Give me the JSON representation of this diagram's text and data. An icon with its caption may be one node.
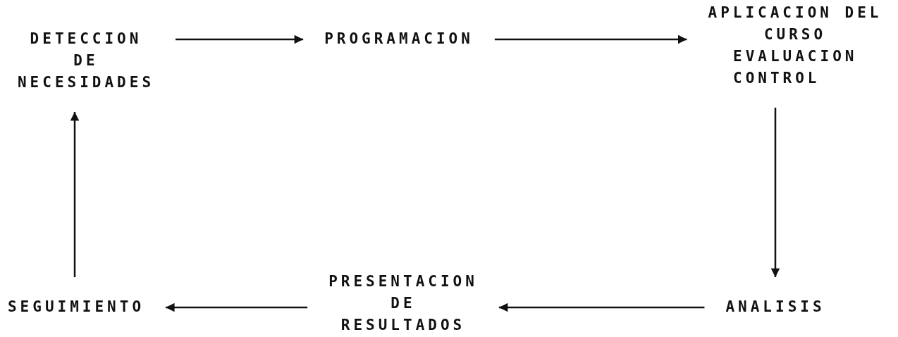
{
  "diagram": {
    "nodes": [
      {
        "text": [
          "DETECCION DE NECESIDADES"
        ]
      },
      {
        "text": [
          "PROGRAMACION"
        ]
      },
      {
        "text": [
          "APLICACION DEL CURSO",
          "EVALUACION",
          "CONTROL"
        ]
      },
      {
        "text": [
          "ANALISIS"
        ]
      },
      {
        "text": [
          "PRESENTACION DE RESULTADOS"
        ]
      },
      {
        "text": [
          "SEGUIMIENTO"
        ]
      }
    ],
    "edges": [
      {
        "from": 0,
        "to": 1,
        "arrow": "to"
      },
      {
        "from": 1,
        "to": 2,
        "arrow": "to"
      },
      {
        "from": 2,
        "to": 3,
        "arrow": "to"
      },
      {
        "from": 3,
        "to": 4,
        "arrow": "to"
      },
      {
        "from": 4,
        "to": 5,
        "arrow": "to"
      },
      {
        "from": 5,
        "to": 0,
        "arrow": "to"
      }
    ]
  }
}
